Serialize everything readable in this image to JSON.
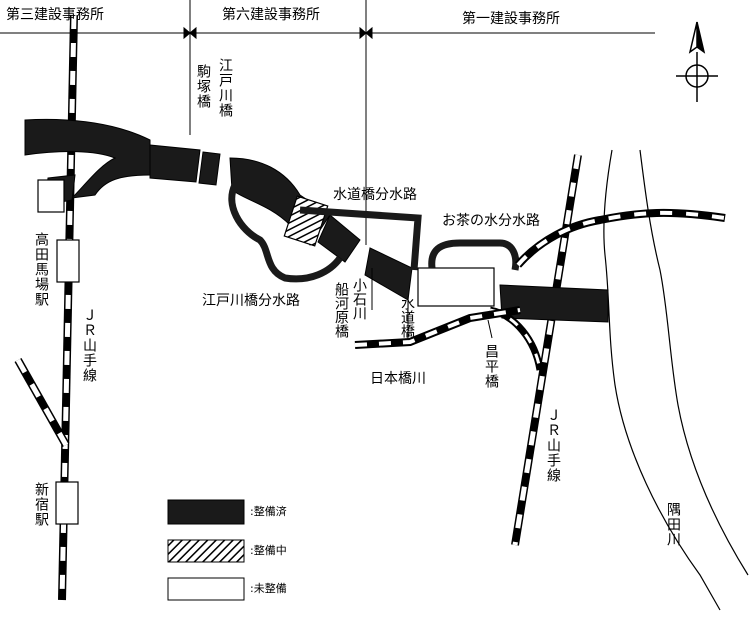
{
  "offices": {
    "office3": "第三建設事務所",
    "office6": "第六建設事務所",
    "office1": "第一建設事務所"
  },
  "labels": {
    "komagome_bridge": "駒塚橋",
    "edogawa_bridge": "江戸川橋",
    "suido_branch": "水道橋分水路",
    "ochanomizu_branch": "お茶の水分水路",
    "edogawa_branch": "江戸川橋分水路",
    "funagawara_bridge": "船河原橋",
    "koishikawa": "小石川",
    "suido_bridge": "水道橋",
    "nihonbashi_river": "日本橋川",
    "shohei_bridge": "昌平橋",
    "takadanobaba_station": "高田馬場駅",
    "shinjuku_station": "新宿駅",
    "jr_yamanote_west": "ＪＲ山手線",
    "jr_yamanote_east": "ＪＲ山手線",
    "sumida_river": "隅田川"
  },
  "legend": {
    "done": ":整備済",
    "in_progress": ":整備中",
    "not_done": ":未整備"
  },
  "colors": {
    "done": "#1a1a1a",
    "in_progress": "hatched",
    "not_done": "#ffffff",
    "outline": "#000000"
  },
  "icons": {
    "north_arrow": "compass-north-icon"
  }
}
